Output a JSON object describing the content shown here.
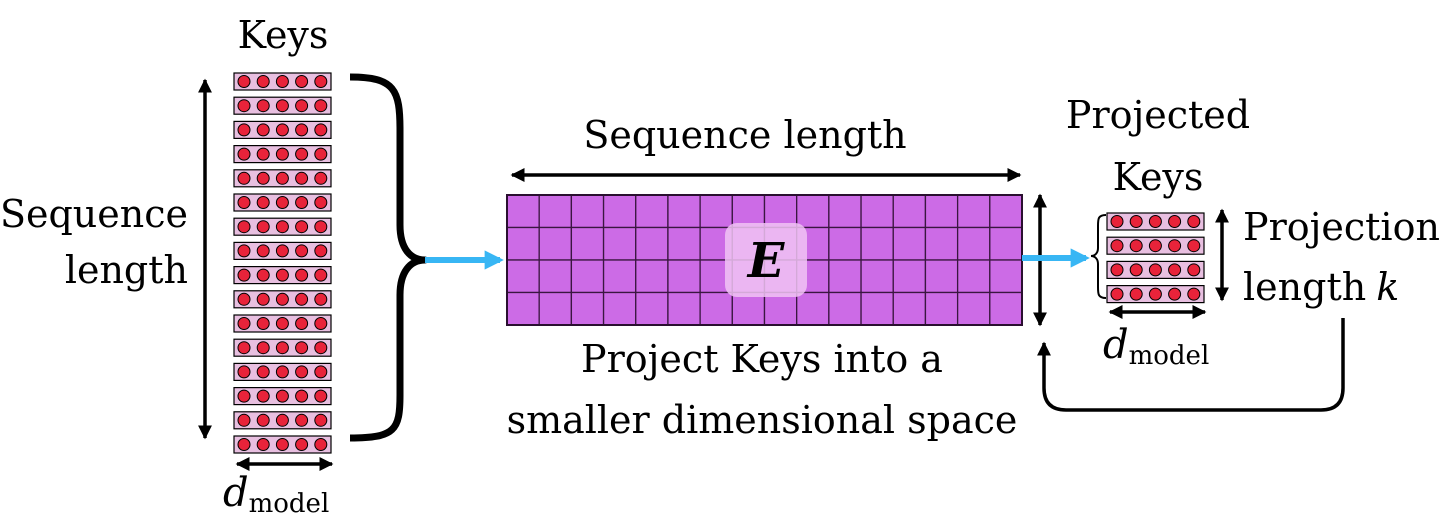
{
  "keys": {
    "title": "Keys",
    "row_count": 16,
    "dots_per_row": 5,
    "length_label_line1": "Sequence",
    "length_label_line2": "length",
    "dim_symbol": "d",
    "dim_subscript": "model"
  },
  "matrix_e": {
    "symbol": "E",
    "top_label": "Sequence length",
    "rows": 4,
    "cols": 16,
    "caption_line1": "Project Keys into a",
    "caption_line2": "smaller dimensional space"
  },
  "projected": {
    "title_line1": "Projected",
    "title_line2": "Keys",
    "row_count": 4,
    "dots_per_row": 5,
    "length_label_line1": "Projection",
    "length_label_line2": "length",
    "length_symbol": "k",
    "dim_symbol": "d",
    "dim_subscript": "model"
  },
  "colors": {
    "key_row_fill": "#e8bfe0",
    "dot_fill": "#e8233a",
    "matrix_fill": "#cc6be6",
    "highlight_fill": "#f0c3f3",
    "flow_arrow": "#38b6f4",
    "ink": "#000000"
  }
}
